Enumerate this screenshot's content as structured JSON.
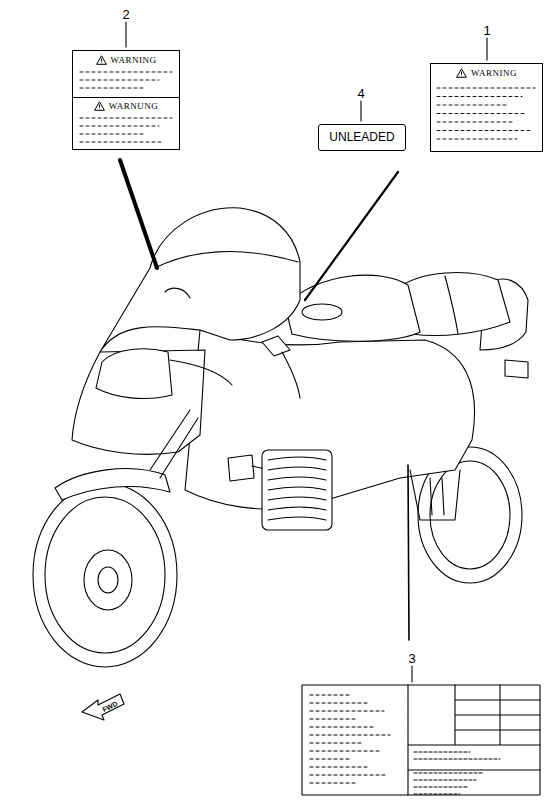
{
  "diagram": {
    "nodes": [
      {
        "text": [
          "WARNING",
          "WARNUNG"
        ]
      },
      {
        "text": [
          "UNLEADED"
        ]
      },
      {
        "text": [
          "WARNING"
        ]
      }
    ],
    "labels": [
      "2",
      "4",
      "1",
      "3",
      "FWD"
    ]
  }
}
